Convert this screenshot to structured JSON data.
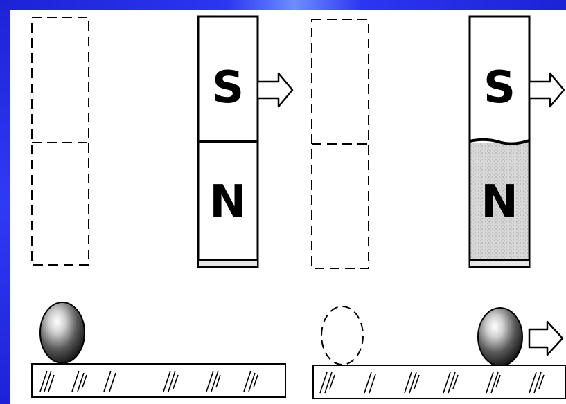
{
  "diagram": {
    "panels": [
      {
        "id": "before",
        "magnet": {
          "top_pole": "S",
          "bottom_pole": "N",
          "motion": "right"
        },
        "ball": {
          "state": "at-rest-left"
        }
      },
      {
        "id": "after",
        "magnet": {
          "top_pole": "S",
          "bottom_pole": "N",
          "motion": "right"
        },
        "ball": {
          "state": "moved-right",
          "motion": "right"
        }
      }
    ]
  },
  "colors": {
    "slide_border": "#2630e8",
    "ink": "#000000"
  }
}
